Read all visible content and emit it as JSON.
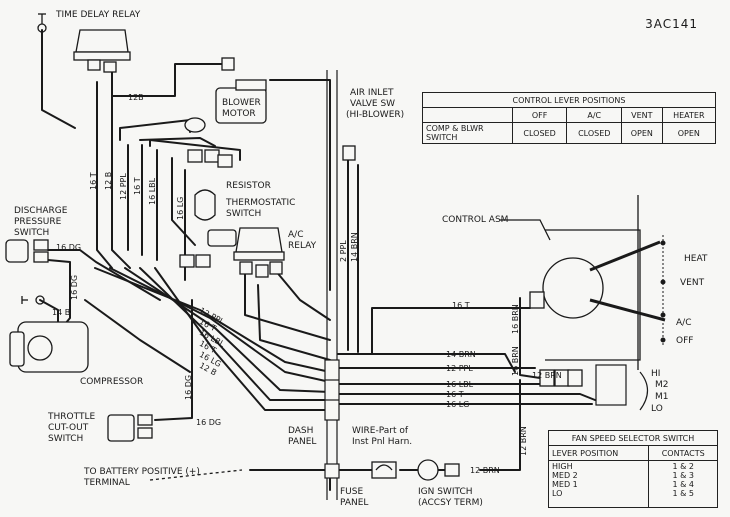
{
  "diagram_code": "3AC141",
  "components": {
    "time_delay_relay": "TIME DELAY RELAY",
    "blower_motor": [
      "BLOWER",
      "MOTOR"
    ],
    "air_inlet_valve": [
      "AIR INLET",
      "VALVE SW",
      "(HI-BLOWER)"
    ],
    "resistor": "RESISTOR",
    "thermostatic_switch": [
      "THERMOSTATIC",
      "SWITCH"
    ],
    "ac_relay": [
      "A/C",
      "RELAY"
    ],
    "discharge_pressure_switch": [
      "DISCHARGE",
      "PRESSURE",
      "SWITCH"
    ],
    "compressor": "COMPRESSOR",
    "throttle_cutout_switch": [
      "THROTTLE",
      "CUT-OUT",
      "SWITCH"
    ],
    "dash_panel": [
      "DASH",
      "PANEL"
    ],
    "wire_note": [
      "WIRE-Part of",
      "Inst Pnl Harn."
    ],
    "battery": [
      "TO BATTERY POSITIVE (+)",
      "TERMINAL"
    ],
    "fuse_panel": [
      "FUSE",
      "PANEL"
    ],
    "ign_switch": [
      "IGN SWITCH",
      "(ACCSY TERM)"
    ],
    "control_asm": "CONTROL ASM",
    "lever_heat": "HEAT",
    "lever_vent": "VENT",
    "lever_ac": "A/C",
    "lever_off": "OFF",
    "fan_positions": [
      "HI",
      "M2",
      "M1",
      "LO"
    ]
  },
  "wire_labels": {
    "w12b_top": "12B",
    "v16t": "16 T",
    "v12b": "12 B",
    "v12ppl": "12 PPL",
    "v16t_b": "16 T",
    "v16lbl": "16 LBL",
    "v16lg": "16 LG",
    "v2ppl": "2 PPL",
    "v14brn": "14 BRN",
    "dps_16dg": "16 DG",
    "dps_16dg_v": "16 DG",
    "dps_14b": "14 B",
    "d12ppl": "12 PPL",
    "d16t": "16 T",
    "d16lbl": "16 LBL",
    "d16t2": "16 T",
    "d16lg": "16 LG",
    "d12b": "12 B",
    "v16dg": "16 DG",
    "h16dg": "16 DG",
    "r16t": "16 T",
    "v16brn": "16 BRN",
    "r14brn": "14 BRN",
    "r12ppl": "12 PPL",
    "r16lbl": "16 LBL",
    "r16t2": "16 T",
    "r16lg": "16 LG",
    "r12brn": "12 BRN",
    "v12brn": "12 BRN",
    "ign_12brn": "12 BRN",
    "v16brn2": "16 BRN"
  },
  "control_lever_table": {
    "title": "CONTROL LEVER POSITIONS",
    "columns": [
      "",
      "OFF",
      "A/C",
      "VENT",
      "HEATER"
    ],
    "row_label": [
      "COMP & BLWR",
      "SWITCH"
    ],
    "row_values": [
      "CLOSED",
      "CLOSED",
      "OPEN",
      "OPEN"
    ]
  },
  "fan_speed_table": {
    "title": "FAN SPEED SELECTOR SWITCH",
    "columns": [
      "LEVER POSITION",
      "CONTACTS"
    ],
    "rows": [
      [
        "HIGH",
        "1 & 2"
      ],
      [
        "MED 2",
        "1 & 3"
      ],
      [
        "MED 1",
        "1 & 4"
      ],
      [
        "LO",
        "1 & 5"
      ]
    ]
  }
}
